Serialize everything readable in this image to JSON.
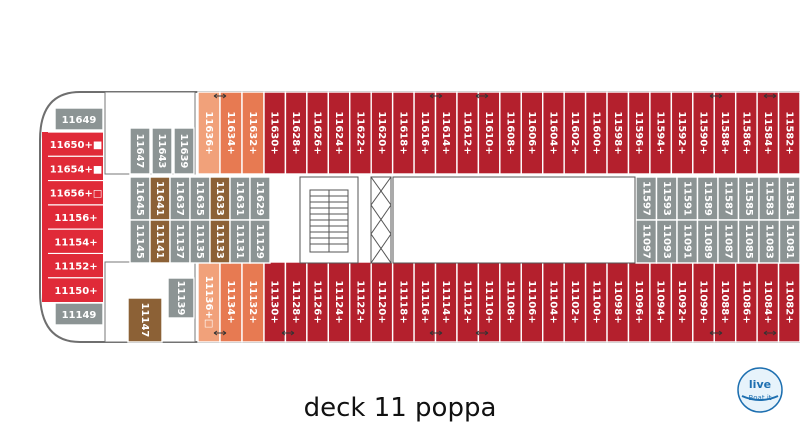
{
  "caption": "deck 11 poppa",
  "logo": {
    "text": "liveBoat.it",
    "brand_color": "#1d6fb0"
  },
  "colors": {
    "cabin_red": "#b4202d",
    "cabin_bright_red": "#e02a38",
    "cabin_grey": "#8c9494",
    "cabin_orange": "#e77a52",
    "cabin_light_orange": "#f1a17a",
    "cabin_brown": "#8c6136"
  },
  "aft_left": {
    "top": "11649",
    "bottom": "11149",
    "suites": [
      "11650+■",
      "11654+■",
      "11656+□",
      "11156+",
      "11154+",
      "11152+",
      "11150+"
    ]
  },
  "upper_row": {
    "small": [
      "11647",
      "11643",
      "11639"
    ],
    "orange": [
      "11636+",
      "11634+",
      "11632+"
    ],
    "red": [
      "11630+",
      "11628+",
      "11626+",
      "11624+",
      "11622+",
      "11620+",
      "11618+",
      "11616+",
      "11614+",
      "11612+",
      "11610+",
      "11608+",
      "11606+",
      "11604+",
      "11602+",
      "11600+",
      "11598+",
      "11596+",
      "11594+",
      "11592+",
      "11590+",
      "11588+",
      "11586+",
      "11584+",
      "11582+"
    ]
  },
  "lower_row": {
    "small": [
      "11147",
      "11139"
    ],
    "orange": [
      "11136+□",
      "11134+",
      "11132+"
    ],
    "red": [
      "11130+",
      "11128+",
      "11126+",
      "11124+",
      "11122+",
      "11120+",
      "11118+",
      "11116+",
      "11114+",
      "11112+",
      "11110+",
      "11108+",
      "11106+",
      "11104+",
      "11102+",
      "11100+",
      "11098+",
      "11096+",
      "11094+",
      "11092+",
      "11090+",
      "11088+",
      "11086+",
      "11084+",
      "11082+"
    ]
  },
  "inner_left": {
    "top": [
      "11645",
      "11641",
      "11637",
      "11635",
      "11633",
      "11631",
      "11629"
    ],
    "bottom": [
      "11145",
      "11141",
      "11137",
      "11135",
      "11133",
      "11131",
      "11129"
    ]
  },
  "inner_right": {
    "top": [
      "11597",
      "11593",
      "11591",
      "11589",
      "11587",
      "11585",
      "11583",
      "11581"
    ],
    "bottom": [
      "11097",
      "11093",
      "11091",
      "11089",
      "11087",
      "11085",
      "11083",
      "11081"
    ]
  }
}
